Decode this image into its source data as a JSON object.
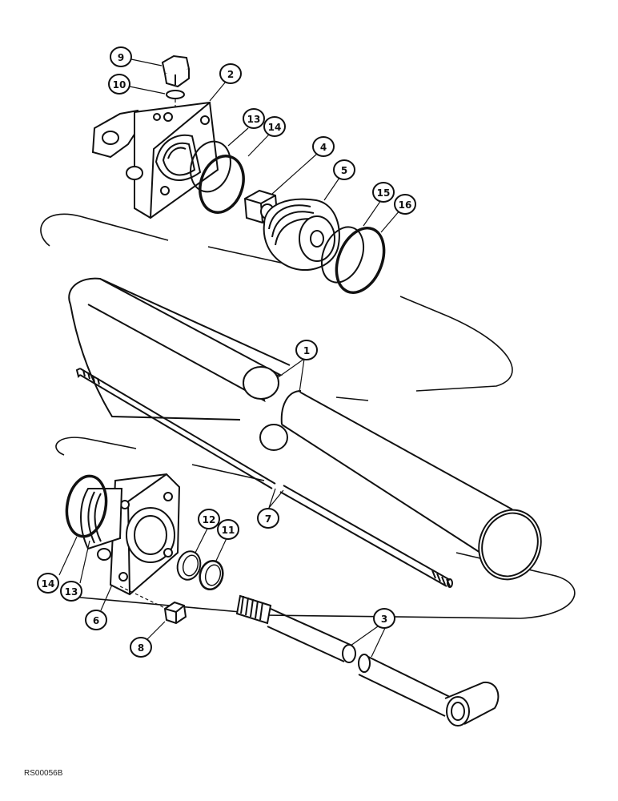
{
  "diagram": {
    "drawing_code": "RS00056B",
    "callouts": [
      "9",
      "10",
      "2",
      "13",
      "14",
      "4",
      "5",
      "15",
      "16",
      "1",
      "7",
      "12",
      "11",
      "14",
      "13",
      "6",
      "8",
      "3"
    ]
  },
  "colors": {
    "ink": "#111111",
    "paper": "#ffffff"
  }
}
